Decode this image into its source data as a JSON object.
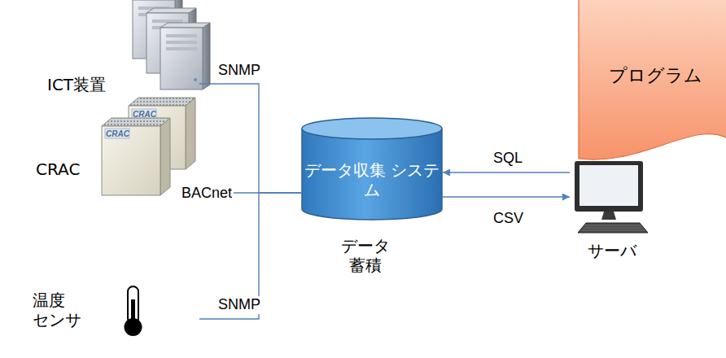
{
  "diagram": {
    "nodes": [
      {
        "text": [
          "ICT装置"
        ]
      },
      {
        "text": [
          "CRAC"
        ]
      },
      {
        "text": [
          "温度 センサ"
        ]
      },
      {
        "text": [
          "データ収集 システム",
          "データ 蓄積"
        ]
      },
      {
        "text": [
          "プログラム"
        ]
      },
      {
        "text": [
          "サーバ"
        ]
      }
    ],
    "edges": [
      {
        "from": 0,
        "to": 3,
        "label": "SNMP",
        "arrow": "none"
      },
      {
        "from": 1,
        "to": 3,
        "label": "BACnet",
        "arrow": "none"
      },
      {
        "from": 2,
        "to": 3,
        "label": "SNMP",
        "arrow": "none"
      },
      {
        "from": 5,
        "to": 3,
        "label": "SQL",
        "arrow": "to"
      },
      {
        "from": 3,
        "to": 5,
        "label": "CSV",
        "arrow": "to"
      }
    ],
    "labels": [
      "CRAC",
      "CRAC"
    ]
  }
}
